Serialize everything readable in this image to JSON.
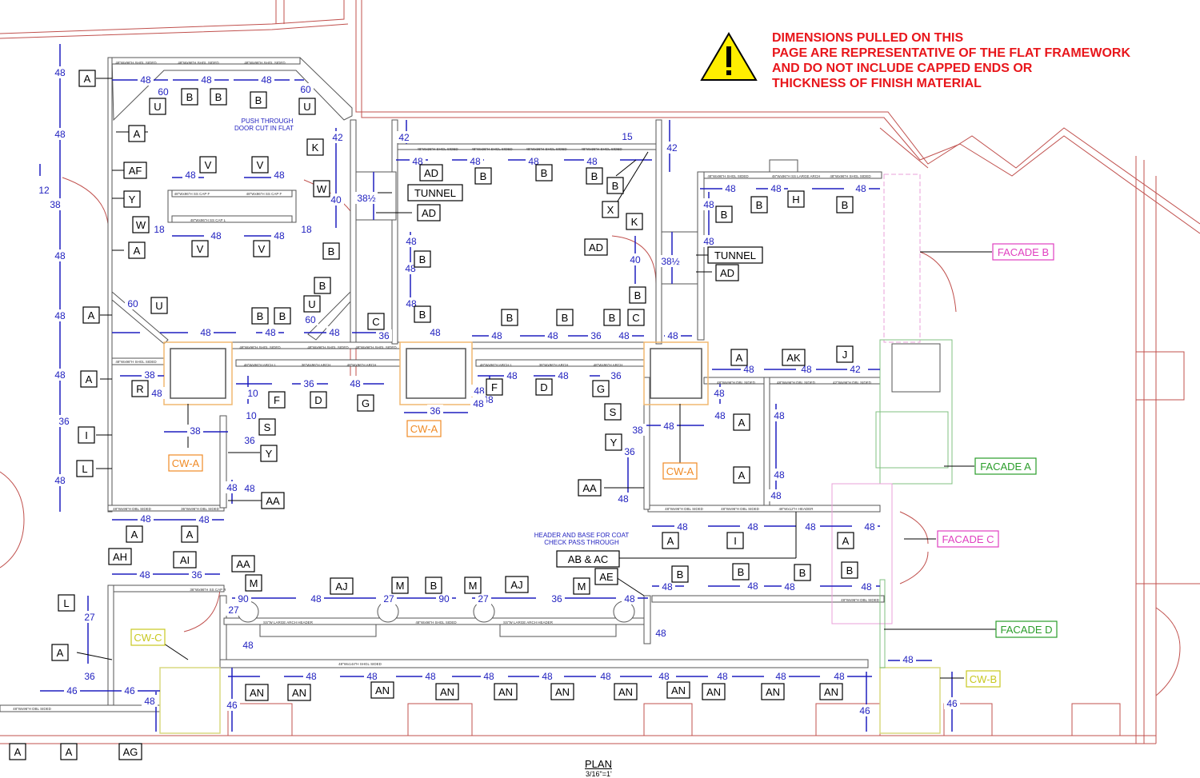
{
  "warning": {
    "icon": "warning-triangle-icon",
    "color": "#e8161b",
    "lines": [
      "DIMENSIONS PULLED ON THIS",
      "PAGE ARE REPRESENTATIVE OF THE FLAT FRAMEWORK",
      "AND DO NOT INCLUDE CAPPED ENDS OR",
      "THICKNESS OF FINISH MATERIAL"
    ]
  },
  "title": {
    "plan": "PLAN",
    "scale": "3/16\"=1'"
  },
  "colors": {
    "wall": "#c0504d",
    "dimension": "#1f1fbf",
    "framework": "#555555",
    "facade_b": "#e040c0",
    "facade_c": "#e040c0",
    "facade_a": "#2a9d2a",
    "facade_d": "#2a9d2a",
    "cw_a": "#f08a24",
    "cw_b": "#c8c820",
    "cw_c": "#c8c820"
  },
  "callouts": [
    {
      "t": "A"
    },
    {
      "t": "B"
    },
    {
      "t": "B"
    },
    {
      "t": "B"
    },
    {
      "t": "U"
    },
    {
      "t": "U"
    },
    {
      "t": "A"
    },
    {
      "t": "AF"
    },
    {
      "t": "Y"
    },
    {
      "t": "V"
    },
    {
      "t": "V"
    },
    {
      "t": "W"
    },
    {
      "t": "W"
    },
    {
      "t": "V"
    },
    {
      "t": "V"
    },
    {
      "t": "A"
    },
    {
      "t": "K"
    },
    {
      "t": "AD"
    },
    {
      "t": "TUNNEL"
    },
    {
      "t": "AD"
    },
    {
      "t": "B"
    },
    {
      "t": "B"
    },
    {
      "t": "B"
    },
    {
      "t": "B"
    },
    {
      "t": "X"
    },
    {
      "t": "K"
    },
    {
      "t": "B"
    },
    {
      "t": "B"
    },
    {
      "t": "H"
    },
    {
      "t": "B"
    },
    {
      "t": "AD"
    },
    {
      "t": "TUNNEL"
    },
    {
      "t": "AD"
    },
    {
      "t": "B"
    },
    {
      "t": "B"
    },
    {
      "t": "B"
    },
    {
      "t": "B"
    },
    {
      "t": "U"
    },
    {
      "t": "A"
    },
    {
      "t": "U"
    },
    {
      "t": "B"
    },
    {
      "t": "B"
    },
    {
      "t": "C"
    },
    {
      "t": "B"
    },
    {
      "t": "B"
    },
    {
      "t": "B"
    },
    {
      "t": "C"
    },
    {
      "t": "B"
    },
    {
      "t": "A"
    },
    {
      "t": "AK"
    },
    {
      "t": "J"
    },
    {
      "t": "A"
    },
    {
      "t": "R"
    },
    {
      "t": "F"
    },
    {
      "t": "D"
    },
    {
      "t": "G"
    },
    {
      "t": "F"
    },
    {
      "t": "D"
    },
    {
      "t": "G"
    },
    {
      "t": "S"
    },
    {
      "t": "S"
    },
    {
      "t": "A"
    },
    {
      "t": "I"
    },
    {
      "t": "Y"
    },
    {
      "t": "Y"
    },
    {
      "t": "L"
    },
    {
      "t": "AA"
    },
    {
      "t": "AA"
    },
    {
      "t": "A"
    },
    {
      "t": "A"
    },
    {
      "t": "I"
    },
    {
      "t": "A"
    },
    {
      "t": "A"
    },
    {
      "t": "A"
    },
    {
      "t": "AH"
    },
    {
      "t": "AI"
    },
    {
      "t": "AA"
    },
    {
      "t": "AB & AC"
    },
    {
      "t": "L"
    },
    {
      "t": "M"
    },
    {
      "t": "AJ"
    },
    {
      "t": "M"
    },
    {
      "t": "B"
    },
    {
      "t": "M"
    },
    {
      "t": "AJ"
    },
    {
      "t": "M"
    },
    {
      "t": "AE"
    },
    {
      "t": "B"
    },
    {
      "t": "B"
    },
    {
      "t": "B"
    },
    {
      "t": "B"
    },
    {
      "t": "A"
    },
    {
      "t": "AN"
    },
    {
      "t": "AN"
    },
    {
      "t": "AN"
    },
    {
      "t": "AN"
    },
    {
      "t": "AN"
    },
    {
      "t": "AN"
    },
    {
      "t": "AN"
    },
    {
      "t": "AN"
    },
    {
      "t": "AN"
    },
    {
      "t": "AN"
    },
    {
      "t": "AN"
    },
    {
      "t": "A"
    },
    {
      "t": "A"
    },
    {
      "t": "AG"
    }
  ],
  "facades": [
    {
      "t": "FACADE B",
      "color": "#e040c0"
    },
    {
      "t": "FACADE A",
      "color": "#2a9d2a"
    },
    {
      "t": "FACADE C",
      "color": "#e040c0"
    },
    {
      "t": "FACADE D",
      "color": "#2a9d2a"
    }
  ],
  "cw_labels": [
    {
      "t": "CW-A",
      "color": "#f08a24"
    },
    {
      "t": "CW-A",
      "color": "#f08a24"
    },
    {
      "t": "CW-A",
      "color": "#f08a24"
    },
    {
      "t": "CW-C",
      "color": "#c8c820"
    },
    {
      "t": "CW-B",
      "color": "#c8c820"
    }
  ],
  "dimensions": [
    "48",
    "48",
    "48",
    "48",
    "48",
    "36",
    "48",
    "48",
    "12",
    "38",
    "60",
    "60",
    "48",
    "48",
    "48",
    "48",
    "48",
    "48",
    "42",
    "42",
    "40",
    "38½",
    "48",
    "48",
    "48",
    "48",
    "15",
    "42",
    "48",
    "48",
    "48",
    "48",
    "40",
    "38½",
    "18",
    "18",
    "60",
    "60",
    "48",
    "48",
    "48",
    "36",
    "48",
    "48",
    "48",
    "36",
    "48",
    "48",
    "48",
    "48",
    "42",
    "38",
    "48",
    "10",
    "36",
    "48",
    "48",
    "48",
    "48",
    "36",
    "48",
    "48",
    "48",
    "10",
    "38",
    "36",
    "48",
    "38",
    "36",
    "48",
    "48",
    "48",
    "36",
    "48",
    "48",
    "48",
    "48",
    "48",
    "48",
    "48",
    "48",
    "36",
    "27",
    "36",
    "90",
    "27",
    "48",
    "27",
    "90",
    "27",
    "36",
    "48",
    "48",
    "48",
    "48",
    "48",
    "48",
    "48",
    "48",
    "48",
    "48",
    "48",
    "48",
    "48",
    "48",
    "48",
    "48",
    "48",
    "46",
    "46",
    "46",
    "46",
    "46",
    "48",
    "48",
    "48",
    "48",
    "48",
    "48",
    "48",
    "48",
    "48",
    "36"
  ],
  "notes": [
    "PUSH THROUGH",
    "DOOR CUT IN FLAT",
    "HEADER AND BASE FOR COAT",
    "CHECK PASS THROUGH"
  ],
  "frame_tags": [
    "48\"Wx96\"H SHGL SIDED",
    "48\"Wx96\"H SHGL SIDED",
    "48\"Wx96\"H SHGL SIDED",
    "48\"Wx96\"H SHGL SIDED",
    "48\"Wx96\"H SHGL SIDED",
    "48\"Wx96\"H SHGL SIDED",
    "48\"Wx96\"H SHGL SIDED",
    "48\"Wx96\"H SHGL SIDED",
    "48\"Wx96\"H SS LARGE ARCH",
    "48\"Wx96\"H SHGL SIDED",
    "48\"Wx96\"H SS CAP F",
    "48\"Wx96\"H SS CAP F",
    "48\"Wx96\"H SS CAP L",
    "48\"Wx96\"H DBL SIDED",
    "48\"Wx96\"H DBL SIDED",
    "42\"Wx96\"H DBL SIDED",
    "48\"Wx96\"H SHGL SIDED",
    "48\"Wx96\"H SHGL SIDED",
    "48\"Wx96\"H SHGL SIDED",
    "48\"Wx96\"H SHGL SIDED",
    "48\"Wx96\"H ARCH L",
    "36\"Wx96\"H ARCH",
    "48\"Wx96\"H ARCH",
    "48\"Wx96\"H ARCH L",
    "36\"Wx96\"H ARCH",
    "48\"Wx96\"H ARCH",
    "48\"Wx96\"H DBL SIDED",
    "36\"Wx96\"H DBL SIDED",
    "48\"Wx96\"H DBL SIDED",
    "48\"Wx96\"H DBL SIDED",
    "48\"Wx12\"H HEADER",
    "48\"Wx144\"H SHGL SIDED",
    "48\"Wx96\"H DBL SIDED",
    "36\"Wx96\"H SS CAP R",
    "SS\"W LARGE ARCH HEADER",
    "SS\"W LARGE ARCH HEADER",
    "48\"Wx96\"H SHGL SIDED",
    "48\"Wx96\"H DBL SIDED"
  ]
}
